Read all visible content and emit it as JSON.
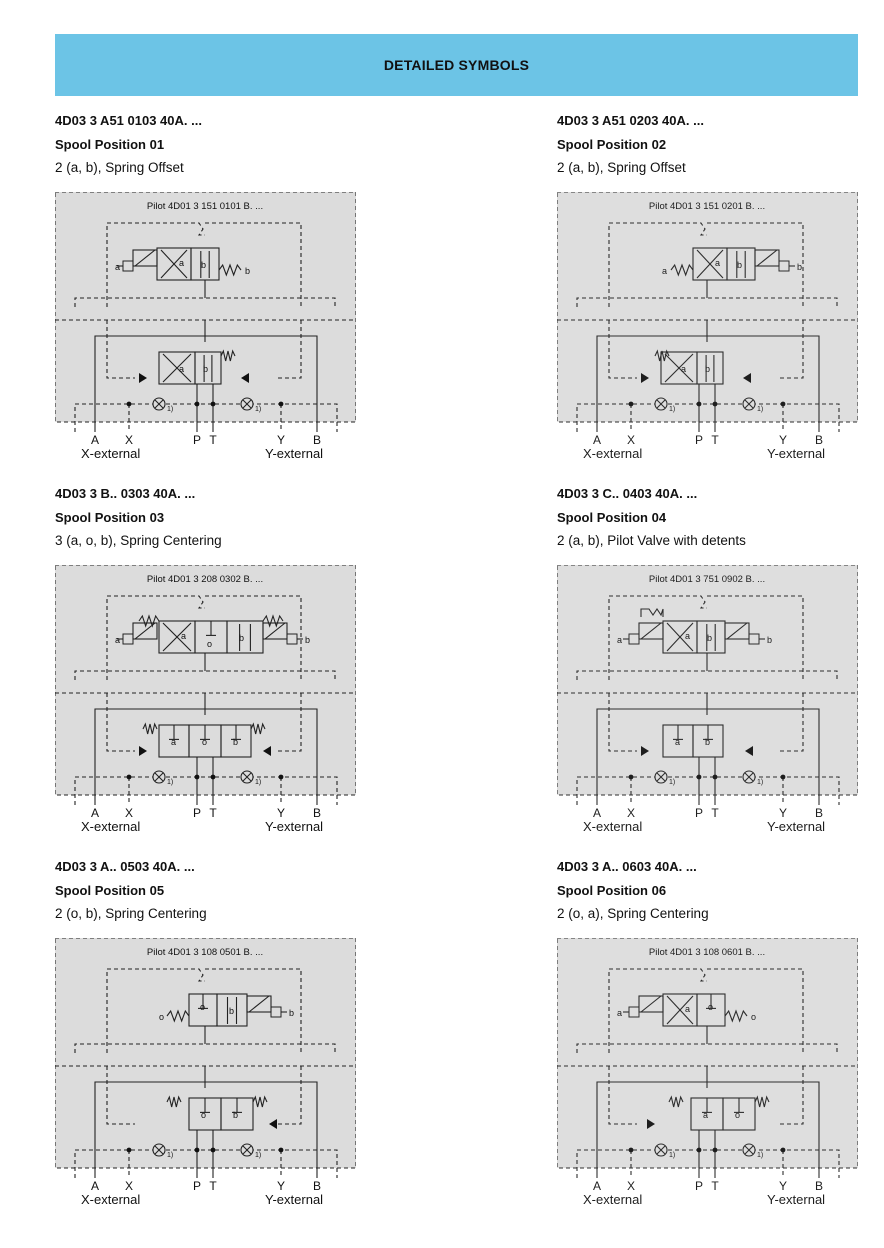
{
  "header": {
    "title": "DETAILED SYMBOLS"
  },
  "common": {
    "port_labels": [
      "A",
      "X",
      "P",
      "T",
      "Y",
      "B"
    ],
    "x_external": "X-external",
    "y_external": "Y-external",
    "footnote_mark": "1)",
    "side_a": "a",
    "side_b": "b",
    "side_o": "o"
  },
  "symbols": [
    {
      "code": "4D03 3 A51 0103 40A. ...",
      "spool": "Spool Position 01",
      "desc": "2 (a, b), Spring Offset",
      "pilot": "Pilot 4D01 3 151 0101 B. ..."
    },
    {
      "code": "4D03 3 A51 0203 40A. ...",
      "spool": "Spool Position 02",
      "desc": "2 (a, b), Spring Offset",
      "pilot": "Pilot 4D01 3 151 0201 B. ..."
    },
    {
      "code": "4D03 3 B.. 0303 40A. ...",
      "spool": "Spool Position 03",
      "desc": "3 (a, o, b), Spring Centering",
      "pilot": "Pilot 4D01 3 208 0302 B. ..."
    },
    {
      "code": "4D03 3 C.. 0403 40A. ...",
      "spool": "Spool Position 04",
      "desc": "2 (a, b), Pilot Valve with detents",
      "pilot": "Pilot 4D01 3 751 0902 B. ..."
    },
    {
      "code": "4D03 3 A.. 0503 40A. ...",
      "spool": "Spool Position 05",
      "desc": "2 (o, b), Spring Centering",
      "pilot": "Pilot 4D01 3 108 0501 B. ..."
    },
    {
      "code": "4D03 3 A.. 0603 40A. ...",
      "spool": "Spool Position 06",
      "desc": "2 (o, a), Spring Centering",
      "pilot": "Pilot 4D01 3 108 0601 B. ..."
    }
  ]
}
